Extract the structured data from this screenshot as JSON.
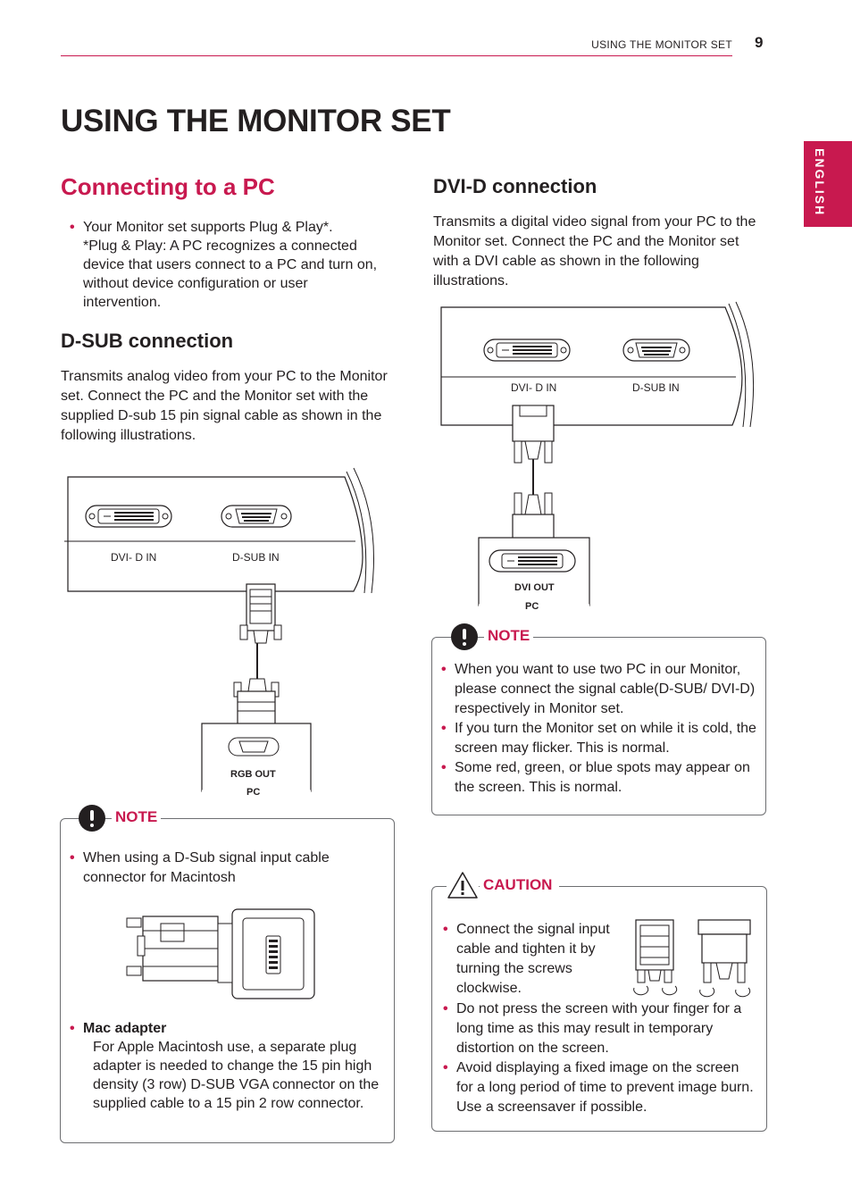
{
  "header": {
    "section": "USING THE MONITOR SET",
    "page_number": "9"
  },
  "side_tab": {
    "language": "ENGLISH"
  },
  "title": "USING THE MONITOR SET",
  "connecting": {
    "heading": "Connecting to a PC",
    "bullet_line1": "Your Monitor set supports Plug & Play*.",
    "bullet_rest": "*Plug & Play:  A PC recognizes a connected device that users connect to a PC and turn on, without device configuration or user intervention."
  },
  "dsub": {
    "heading": "D-SUB connection",
    "text": "Transmits analog video from your PC to the Monitor set. Connect the PC and the Monitor set with the supplied D-sub 15 pin signal cable as shown in the following illustrations.",
    "label_dvi_in": "DVI- D IN",
    "label_dsub_in": "D-SUB IN",
    "label_rgb_out": "RGB OUT",
    "label_pc": "PC"
  },
  "dsub_note": {
    "label": "NOTE",
    "bullet1": "When using a D-Sub signal input cable connector for Macintosh",
    "bullet2_title": "Mac adapter",
    "bullet2_text": "For Apple Macintosh use, a separate plug adapter is needed to change the 15 pin high density (3 row) D-SUB VGA connector on the supplied cable to a 15 pin 2 row connector."
  },
  "dvid": {
    "heading": "DVI-D connection",
    "text": "Transmits a digital video signal from your PC to the Monitor set. Connect the PC and the Monitor set with a DVI cable as shown in the following illustrations.",
    "label_dvi_in": "DVI- D IN",
    "label_dsub_in": "D-SUB IN",
    "label_dvi_out": "DVI OUT",
    "label_pc": "PC"
  },
  "dvid_note": {
    "label": "NOTE",
    "bullets": [
      "When you want to use two PC in our Monitor, please connect the signal cable(D-SUB/ DVI-D) respectively in Monitor set.",
      "If you turn the Monitor set on while it is cold, the screen may flicker. This  is normal.",
      "Some red, green, or blue spots may appear on the screen. This is normal."
    ]
  },
  "caution": {
    "label": "CAUTION",
    "bullet1": "Connect the signal input cable and tighten it by turning the screws clockwise.",
    "bullet2": "Do not press the screen with your finger for  a long time as this may result in temporary distortion on the screen.",
    "bullet3": "Avoid displaying a fixed image on the screen for a long period of time to prevent image burn. Use a screensaver if possible."
  },
  "colors": {
    "accent": "#c8194f",
    "text": "#231f20",
    "border": "#6d6e71"
  }
}
